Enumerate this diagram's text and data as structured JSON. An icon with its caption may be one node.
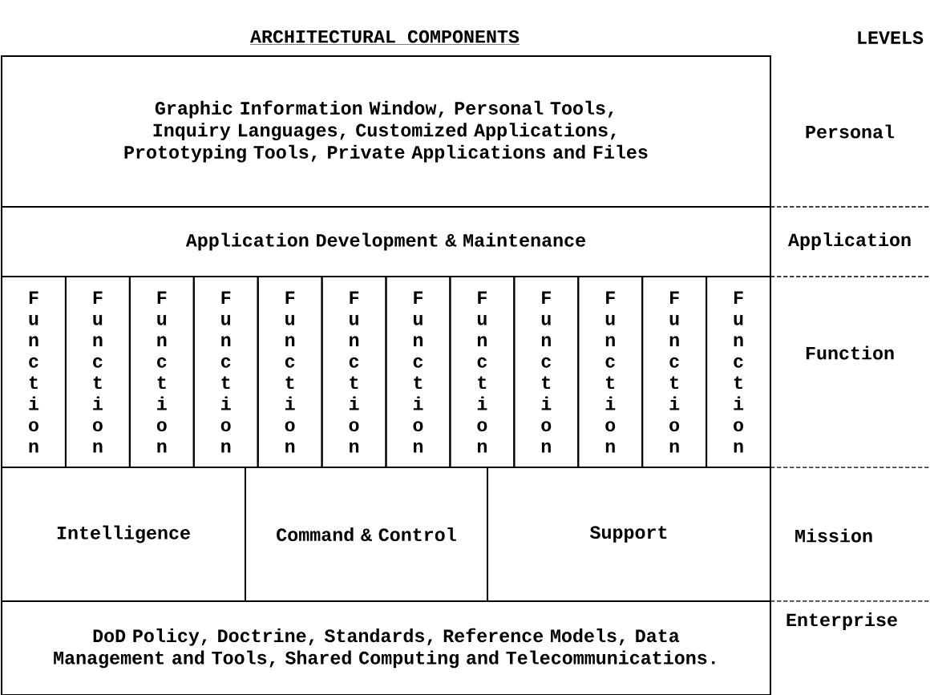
{
  "diagram": {
    "title": "ARCHITECTURAL COMPONENTS",
    "nodes": [
      {
        "text": [
          "Graphic Information Window, Personal Tools, Inquiry Languages, Customized Applications, Prototyping Tools, Private Applications and Files"
        ]
      },
      {
        "text": [
          "Application Development & Maintenance"
        ]
      },
      {
        "text": [
          "Function"
        ]
      },
      {
        "text": [
          "Function"
        ]
      },
      {
        "text": [
          "Function"
        ]
      },
      {
        "text": [
          "Function"
        ]
      },
      {
        "text": [
          "Function"
        ]
      },
      {
        "text": [
          "Function"
        ]
      },
      {
        "text": [
          "Function"
        ]
      },
      {
        "text": [
          "Function"
        ]
      },
      {
        "text": [
          "Function"
        ]
      },
      {
        "text": [
          "Function"
        ]
      },
      {
        "text": [
          "Function"
        ]
      },
      {
        "text": [
          "Function"
        ]
      },
      {
        "text": [
          "Intelligence"
        ]
      },
      {
        "text": [
          "Command & Control"
        ]
      },
      {
        "text": [
          "Support"
        ]
      },
      {
        "text": [
          "DoD Policy, Doctrine, Standards, Reference Models, Data Management and Tools, Shared Computing and Telecommunications."
        ]
      }
    ],
    "labels": [
      "LEVELS",
      "Personal",
      "Application",
      "Function",
      "Mission",
      "Enterprise"
    ]
  }
}
